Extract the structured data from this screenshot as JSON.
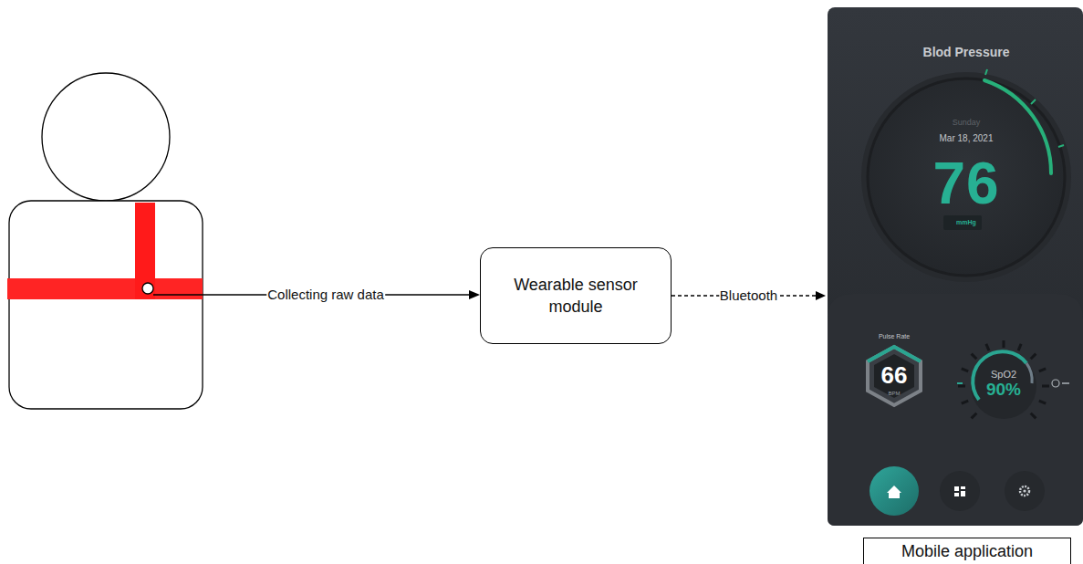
{
  "diagram": {
    "nodes": [
      {
        "text": [
          "Wearable sensor module"
        ]
      },
      {
        "text": [
          "Blod Pressure",
          "Sunday",
          "Mar 18, 2021",
          "76",
          "mmHg",
          "Pulse Rate",
          "66",
          "BPM",
          "SpO2",
          "90%"
        ]
      },
      {
        "text": [
          "Mobile application"
        ]
      }
    ],
    "edges": [
      {
        "from": 0,
        "to": 1,
        "label": "Bluetooth",
        "arrow": "to"
      }
    ],
    "labels": [
      "Collecting raw data"
    ]
  }
}
